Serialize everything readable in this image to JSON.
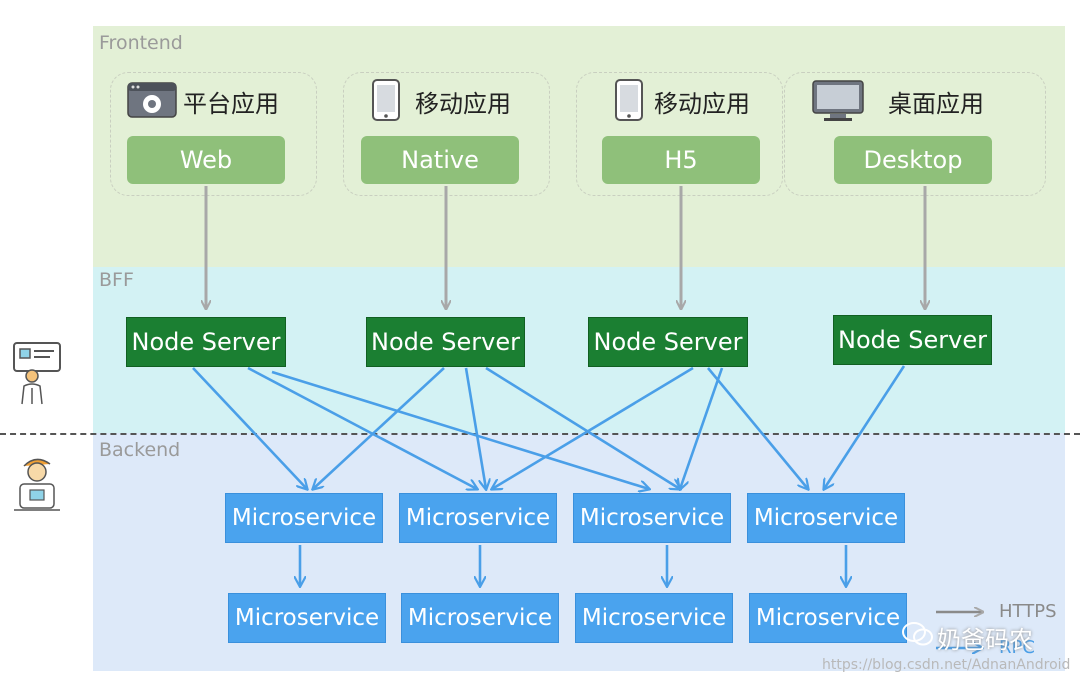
{
  "layers": {
    "frontend": "Frontend",
    "bff": "BFF",
    "backend": "Backend"
  },
  "clients": [
    {
      "title": "平台应用",
      "button": "Web",
      "icon": "browser-icon"
    },
    {
      "title": "移动应用",
      "button": "Native",
      "icon": "phone-icon"
    },
    {
      "title": "移动应用",
      "button": "H5",
      "icon": "phone-icon"
    },
    {
      "title": "桌面应用",
      "button": "Desktop",
      "icon": "monitor-icon"
    }
  ],
  "node_servers": [
    "Node Server",
    "Node Server",
    "Node Server",
    "Node Server"
  ],
  "microservices_row1": [
    "Microservice",
    "Microservice",
    "Microservice",
    "Microservice"
  ],
  "microservices_row2": [
    "Microservice",
    "Microservice",
    "Microservice",
    "Microservice"
  ],
  "legend": {
    "https": "HTTPS",
    "rpc": "RPC"
  },
  "watermark": {
    "brand": "奶爸码农",
    "url": "https://blog.csdn.net/AdnanAndroid"
  },
  "colors": {
    "frontend_bg": "#e3f0d6",
    "bff_bg": "#d3f2f4",
    "backend_bg": "#dde9f9",
    "client_button": "#8fc07a",
    "node_server": "#1b7f32",
    "microservice": "#4aa3ee",
    "https_arrow": "#a8a8a8",
    "rpc_arrow": "#4a9fe8"
  }
}
